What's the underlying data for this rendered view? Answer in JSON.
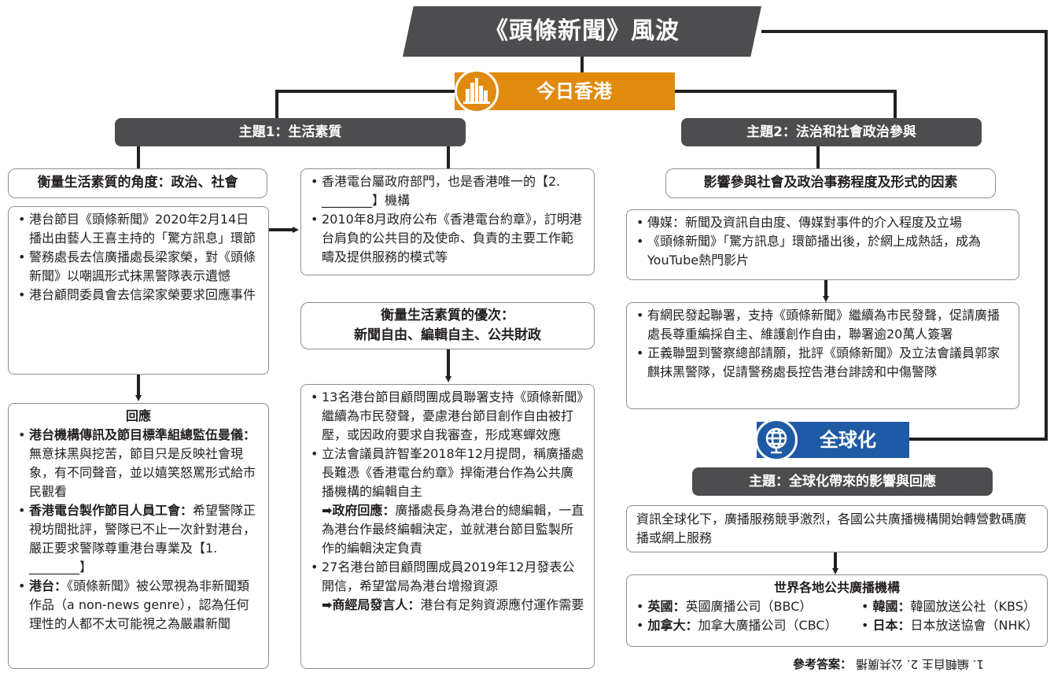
{
  "title": "《頭條新聞》風波",
  "tags": {
    "hk": "今日香港",
    "global": "全球化"
  },
  "theme1": {
    "header": "主題1：生活素質",
    "angle": "衡量生活素質的角度：政治、社會",
    "events": [
      "港台節目《頭條新聞》2020年2月14日播出由藝人王喜主持的「驚方訊息」環節",
      "警務處長去信廣播處長梁家榮，對《頭條新聞》以嘲諷形式抹黑警隊表示遺憾",
      "港台顧問委員會去信梁家榮要求回應事件"
    ],
    "response": {
      "title": "回應",
      "items": [
        {
          "who": "港台機構傳訊及節目標準組總監伍曼儀：",
          "text": "無意抹黑與挖苦，節目只是反映社會現象，有不同聲音，並以嬉笑怒罵形式給市民觀看"
        },
        {
          "who": "香港電台製作節目人員工會：",
          "text": "希望警隊正視坊間批評，警隊已不止一次針對港台，嚴正要求警隊尊重港台專業及【1. ________】"
        },
        {
          "who": "港台：",
          "text": "《頭條新聞》被公眾視為非新聞類作品（a non-news genre），認為任何理性的人都不太可能視之為嚴肅新聞"
        }
      ]
    },
    "rthk": [
      "香港電台屬政府部門，也是香港唯一的【2. ________】機構",
      "2010年8月政府公布《香港電台約章》，訂明港台肩負的公共目的及使命、負責的主要工作範疇及提供服務的模式等"
    ],
    "priority": {
      "line1": "衡量生活素質的優次：",
      "line2": "新聞自由、編輯自主、公共財政"
    },
    "developments": [
      {
        "text": "13名港台節目顧問團成員聯署支持《頭條新聞》繼續為市民發聲，憂慮港台節目創作自由被打壓，或因政府要求自我審查，形成寒蟬效應"
      },
      {
        "text": "立法會議員許智峯2018年12月提問，稱廣播處長難憑《香港電台約章》捍衛港台作為公共廣播機構的編輯自主",
        "resp_label": "政府回應：",
        "resp_text": "廣播處長身為港台的總編輯，一直為港台作最終編輯決定，並就港台節目監製所作的編輯決定負責"
      },
      {
        "text": "27名港台節目顧問團成員2019年12月發表公開信，希望當局為港台增撥資源",
        "resp_label": "商經局發言人：",
        "resp_text": "港台有足夠資源應付運作需要"
      }
    ]
  },
  "theme2": {
    "header": "主題2：法治和社會政治參與",
    "factors": "影響參與社會及政治事務程度及形式的因素",
    "media": [
      "傳媒：新聞及資訊自由度、傳媒對事件的介入程度及立場",
      "《頭條新聞》「驚方訊息」環節播出後，於網上成熱話，成為YouTube熱門影片"
    ],
    "actions": [
      "有網民發起聯署，支持《頭條新聞》繼續為市民發聲，促請廣播處長尊重編採自主、維護創作自由，聯署逾20萬人簽署",
      "正義聯盟到警察總部請願，批評《頭條新聞》及立法會議員郭家麒抹黑警隊，促請警務處長控告港台誹謗和中傷警隊"
    ]
  },
  "global": {
    "header": "主題：全球化帶來的影響與回應",
    "impact": "資訊全球化下，廣播服務競爭激烈，各國公共廣播機構開始轉營數碼廣播或網上服務",
    "broadcasters": {
      "title": "世界各地公共廣播機構",
      "items": [
        {
          "country": "英國：",
          "name": "英國廣播公司（BBC）"
        },
        {
          "country": "韓國：",
          "name": "韓國放送公社（KBS）"
        },
        {
          "country": "加拿大：",
          "name": "加拿大廣播公司（CBC）"
        },
        {
          "country": "日本：",
          "name": "日本放送協會（NHK）"
        }
      ]
    }
  },
  "answers": {
    "label": "參考答案：",
    "text": "1. 編輯自主 2. 公共廣播"
  },
  "colors": {
    "dark": "#4d4d4f",
    "orange": "#e08a10",
    "blue": "#1f5aa6",
    "border": "#8e8e8e"
  }
}
